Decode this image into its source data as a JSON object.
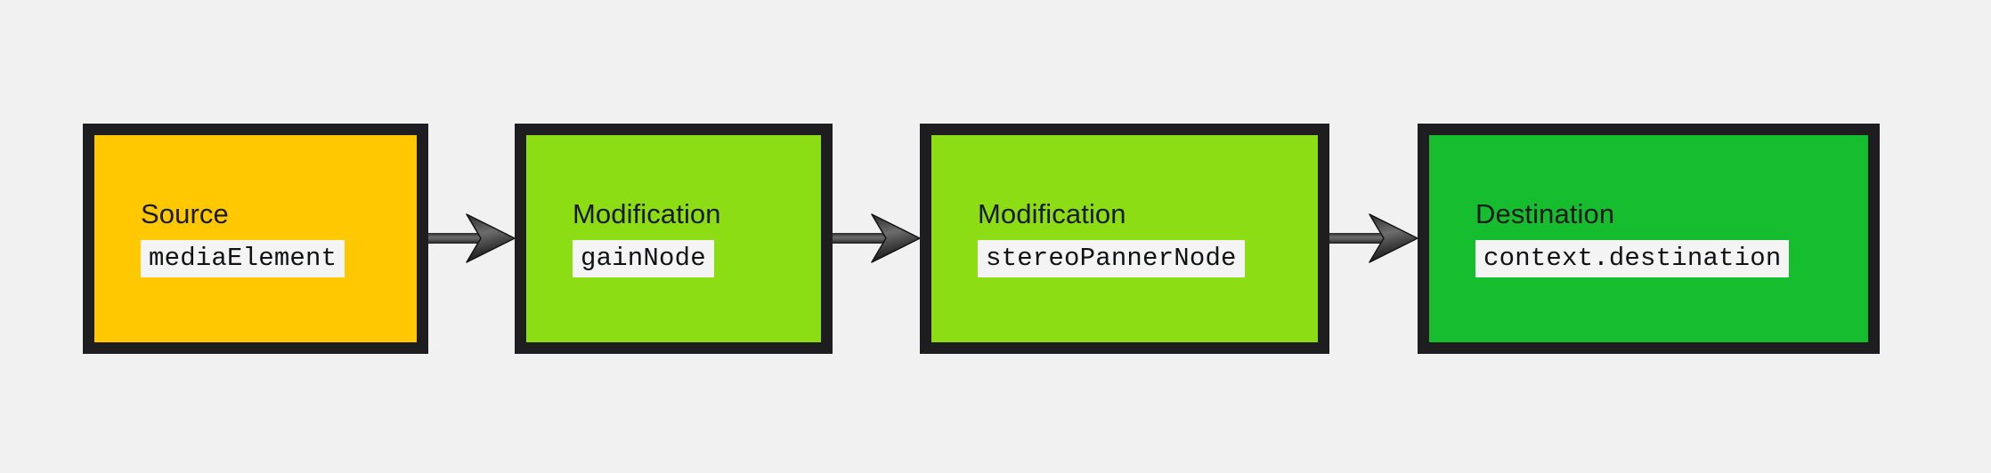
{
  "diagram": {
    "type": "flowchart",
    "direction": "left-to-right",
    "background_color": "#f1f1f1",
    "border_color": "#1e1e20",
    "edge_color": "#333333",
    "nodes": [
      {
        "id": "source",
        "title": "Source",
        "code": "mediaElement",
        "fill_color": "#ffc800",
        "role": "source"
      },
      {
        "id": "gain",
        "title": "Modification",
        "code": "gainNode",
        "fill_color": "#8ddd15",
        "role": "modification"
      },
      {
        "id": "panner",
        "title": "Modification",
        "code": "stereoPannerNode",
        "fill_color": "#8ddd15",
        "role": "modification"
      },
      {
        "id": "destination",
        "title": "Destination",
        "code": "context.destination",
        "fill_color": "#16bd2e",
        "role": "destination"
      }
    ],
    "edges": [
      {
        "from": "source",
        "to": "gain",
        "arrow": "arrowhead-icon"
      },
      {
        "from": "gain",
        "to": "panner",
        "arrow": "arrowhead-icon"
      },
      {
        "from": "panner",
        "to": "destination",
        "arrow": "arrowhead-icon"
      }
    ]
  }
}
